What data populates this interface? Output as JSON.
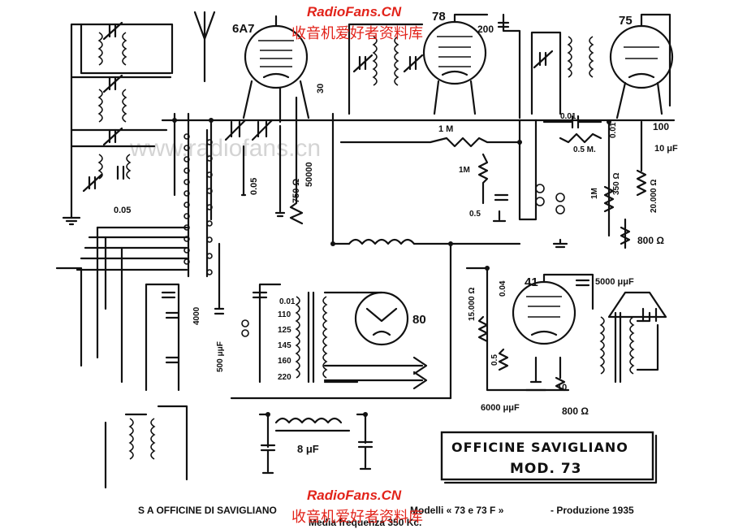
{
  "watermark": {
    "brand": "RadioFans.CN",
    "chinese": "收音机爱好者资料库",
    "site": "www.radiofans.cn"
  },
  "tubes": {
    "t1": "6A7",
    "t2": "78",
    "t3": "75",
    "t4": "41",
    "t5": "80"
  },
  "components": {
    "c_200": "200",
    "r_1m_a": "1 M",
    "c_100": "100",
    "c_001_a": "0.01",
    "c_001_b": "0.01",
    "r_05m": "0.5 M.",
    "c_10uf": "10 μF",
    "r_1m_b": "1M",
    "r_350": "350 Ω",
    "r_20000": "20.000 Ω",
    "r_800_a": "800 Ω",
    "r_1m_c": "1M",
    "c_05_a": "0.5",
    "c_005_a": "0.05",
    "c_005_b": "0.05",
    "r_750": "750 Ω",
    "r_50000": "50000",
    "c_30": "30",
    "c_004": "0.04",
    "c_5000": "5000 μμF",
    "c_4000": "4000",
    "c_500": "500 μμF",
    "r_15000": "15.000 Ω",
    "r_05": "0.5",
    "c_6000": "6000 μμF",
    "r_800_b": "800 Ω",
    "c_10": "10",
    "c_8uf": "8 μF",
    "c_001_c": "0.01"
  },
  "voltages": [
    "110",
    "125",
    "145",
    "160",
    "220"
  ],
  "title_box": {
    "line1": "OFFICINE SAVIGLIANO",
    "line2": "MOD. 73"
  },
  "footer": {
    "left": "S  A  OFFICINE  DI  SAVIGLIANO",
    "middle": "Modelli « 73 e 73 F »",
    "right": "- Produzione 1935",
    "second": "Media frequenza 350 Kc."
  }
}
